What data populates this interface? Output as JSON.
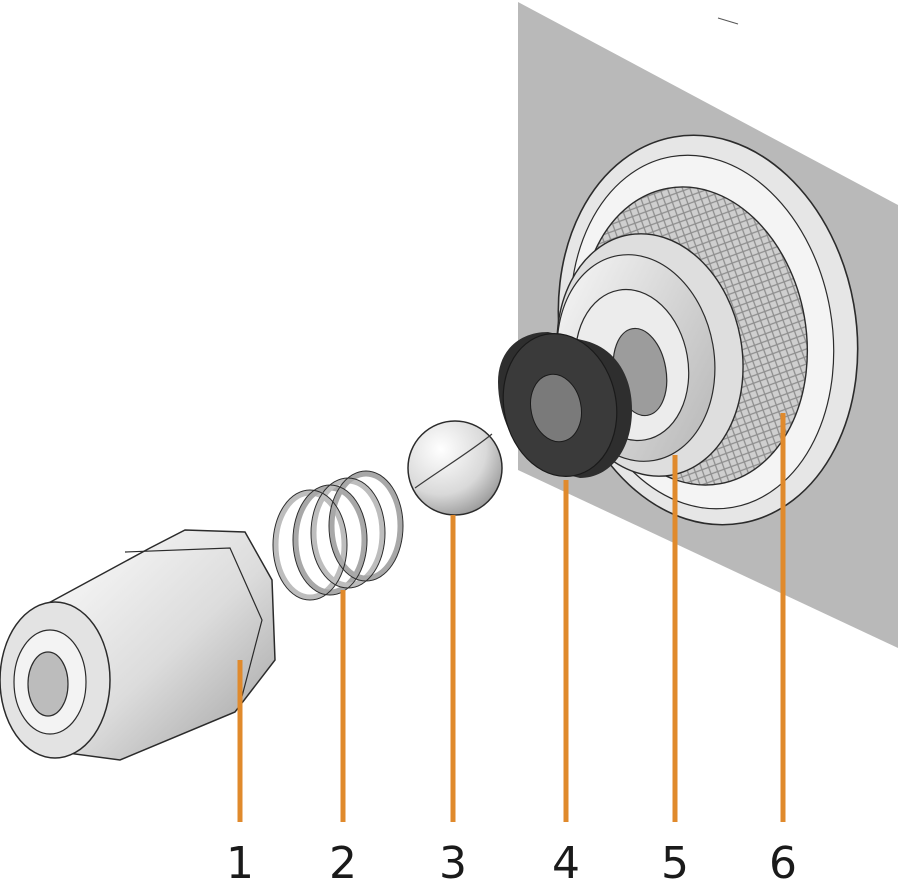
{
  "diagram": {
    "colors": {
      "leader": "#e08a2c",
      "panel": "#b9b9b9",
      "metal_light": "#f2f2f2",
      "metal_mid": "#d6d6d6",
      "metal_dark": "#a8a8a8",
      "outline": "#2b2b2b",
      "seal": "#2e2e2e",
      "mesh": "#9a9a9a"
    },
    "parts": [
      {
        "label": "1",
        "icon": "nozzle-body-icon"
      },
      {
        "label": "2",
        "icon": "spring-icon"
      },
      {
        "label": "3",
        "icon": "ball-icon"
      },
      {
        "label": "4",
        "icon": "seal-ring-icon"
      },
      {
        "label": "5",
        "icon": "valve-seat-icon"
      },
      {
        "label": "6",
        "icon": "filter-mesh-icon"
      }
    ]
  }
}
